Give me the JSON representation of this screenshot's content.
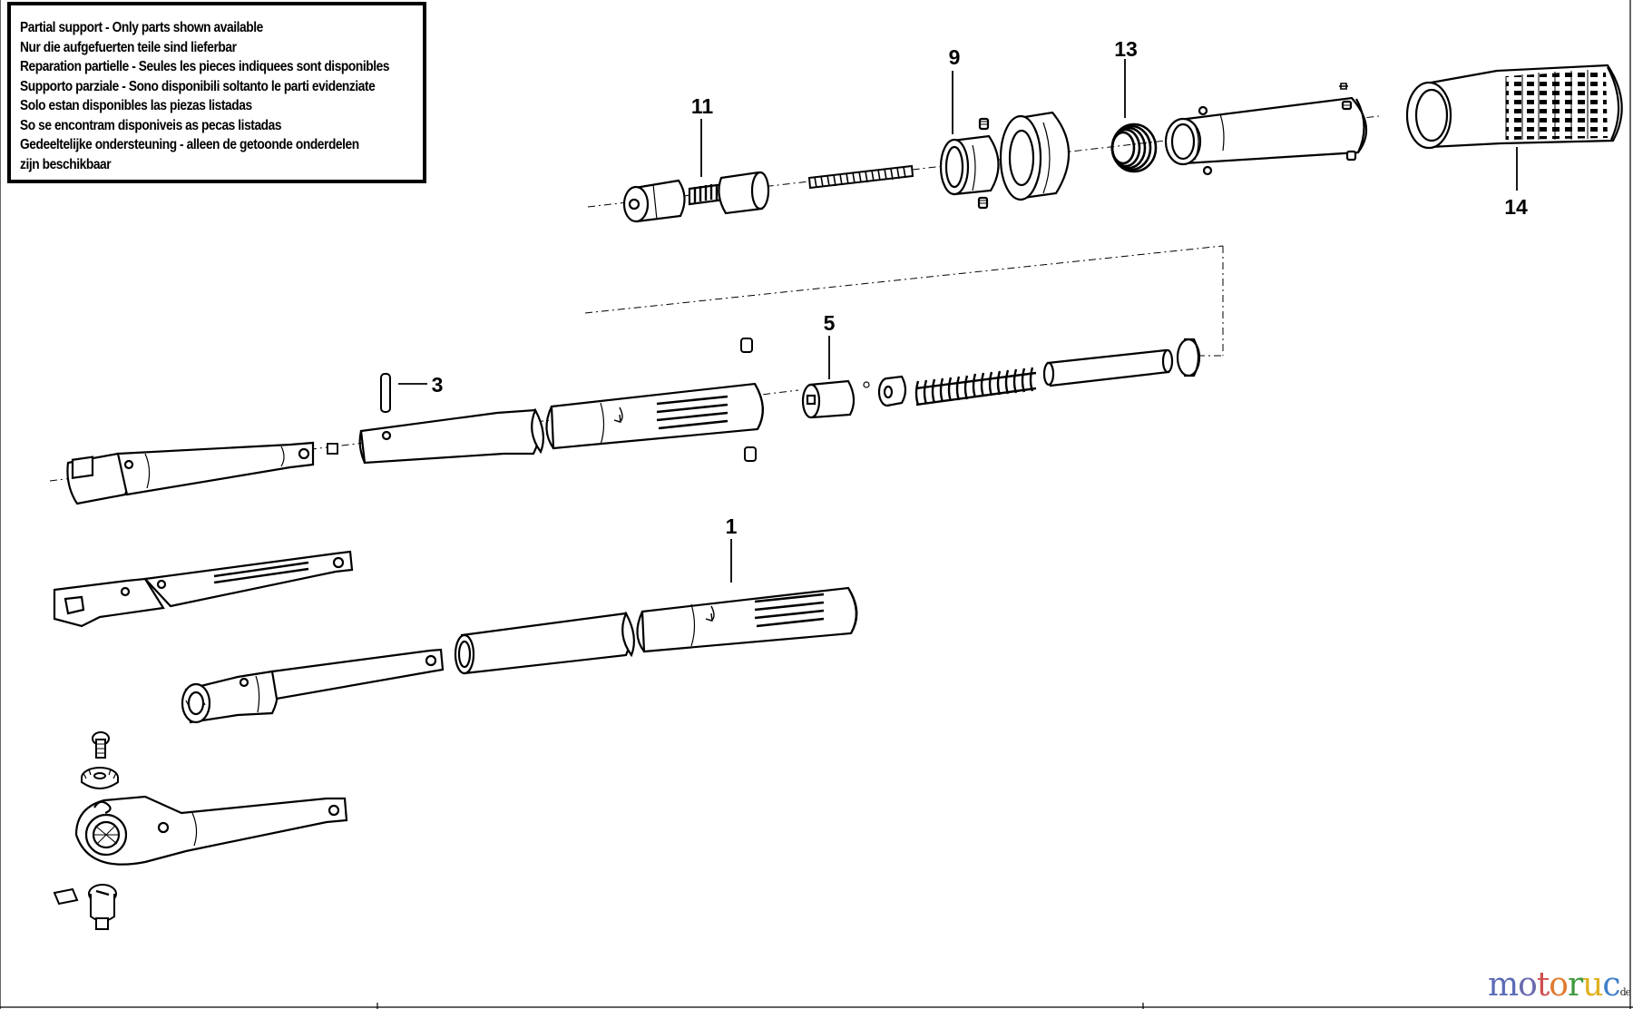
{
  "notice": {
    "lines": [
      "Partial support - Only parts shown available",
      "Nur die aufgefuerten teile sind lieferbar",
      "Reparation partielle - Seules les pieces indiquees sont disponibles",
      "Supporto parziale - Sono disponibili soltanto le parti evidenziate",
      "Solo estan disponibles las piezas listadas",
      "So se encontram disponiveis as pecas listadas",
      "Gedeeltelijke ondersteuning - alleen de getoonde onderdelen",
      "zijn beschikbaar"
    ]
  },
  "callouts": {
    "p1": "1",
    "p3": "3",
    "p5": "5",
    "p9": "9",
    "p11": "11",
    "p13": "13",
    "p14": "14"
  },
  "watermark": {
    "letters": [
      "m",
      "o",
      "t",
      "o",
      "r",
      "u",
      "c"
    ],
    "colors": [
      "#5b6bb5",
      "#6a6ab0",
      "#d05050",
      "#e07a30",
      "#3f9a3f",
      "#e0b020",
      "#3f7fc8"
    ],
    "tld": "de"
  }
}
